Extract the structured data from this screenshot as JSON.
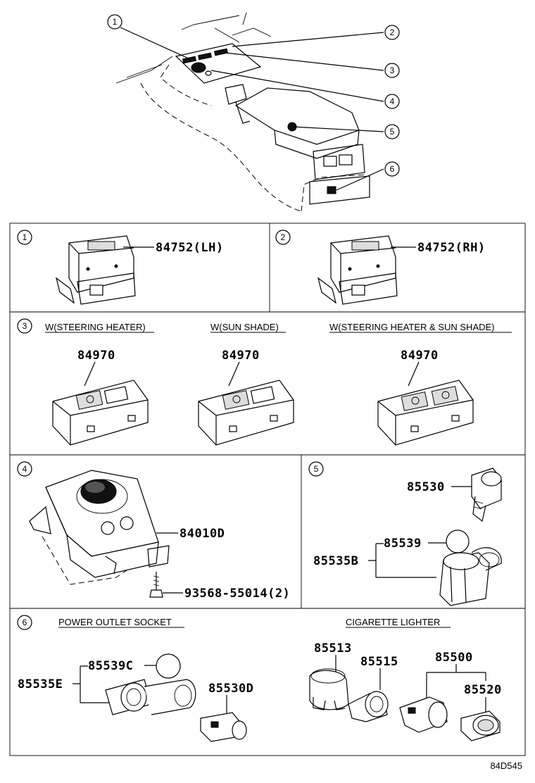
{
  "diagram_code": "84D545",
  "overview_callouts": [
    "1",
    "2",
    "3",
    "4",
    "5",
    "6"
  ],
  "panels": {
    "p1": {
      "num": "1",
      "part": "84752(LH)"
    },
    "p2": {
      "num": "2",
      "part": "84752(RH)"
    },
    "p3": {
      "num": "3",
      "variants": [
        {
          "caption": "W(STEERING HEATER)",
          "part": "84970"
        },
        {
          "caption": "W(SUN SHADE)",
          "part": "84970"
        },
        {
          "caption": "W(STEERING HEATER & SUN SHADE)",
          "part": "84970"
        }
      ]
    },
    "p4": {
      "num": "4",
      "part_main": "84010D",
      "part_screw": "93568-55014(2)"
    },
    "p5": {
      "num": "5",
      "part_a": "85530",
      "part_b": "85539",
      "part_c": "85535B"
    },
    "p6": {
      "num": "6",
      "caption_left": "POWER OUTLET SOCKET",
      "caption_right": "CIGARETTE LIGHTER",
      "parts": {
        "p85539c": "85539C",
        "p85535e": "85535E",
        "p85530d": "85530D",
        "p85513": "85513",
        "p85515": "85515",
        "p85500": "85500",
        "p85520": "85520"
      }
    }
  }
}
